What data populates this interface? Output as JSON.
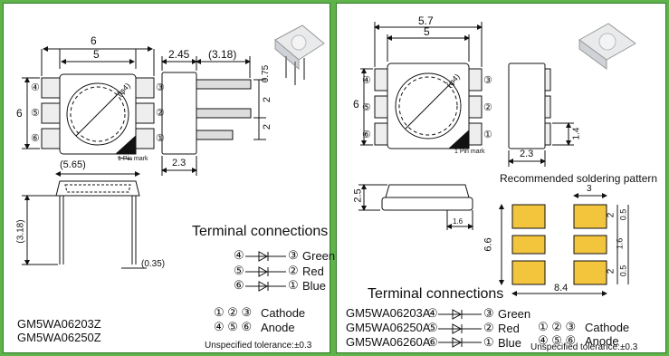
{
  "left": {
    "dims": {
      "w_outer": "6",
      "w_inner": "5",
      "h": "6",
      "d_top": "2.45",
      "d_top_paren": "(3.18)",
      "side_075": "0.75",
      "side_2": "2",
      "side_23": "2.3",
      "lead_pitch": "(5.65)",
      "lead_len": "(3.18)",
      "lead_t": "(0.35)",
      "phi": "(φ4)"
    },
    "pins_left": [
      "④",
      "⑤",
      "⑥"
    ],
    "pins_right": [
      "③",
      "②",
      "①"
    ],
    "pin_mark": "1 Pin mark",
    "terminal_title": "Terminal connections",
    "connections": [
      {
        "a": "④",
        "b": "③",
        "color": "Green"
      },
      {
        "a": "⑤",
        "b": "②",
        "color": "Red"
      },
      {
        "a": "⑥",
        "b": "①",
        "color": "Blue"
      }
    ],
    "legend": [
      {
        "pins": "① ② ③",
        "role": "Cathode"
      },
      {
        "pins": "④ ⑤ ⑥",
        "role": "Anode"
      }
    ],
    "models": [
      "GM5WA06203Z",
      "GM5WA06250Z"
    ],
    "tolerance": "Unspecified tolerance:±0.3"
  },
  "right": {
    "dims": {
      "w_outer": "5.7",
      "w_inner": "5",
      "h": "6",
      "side_14": "1.4",
      "side_23": "2.3",
      "height_25": "2.5",
      "foot_16": "1.6",
      "phi": "(φ4)"
    },
    "pins_left": [
      "④",
      "⑤",
      "⑥"
    ],
    "pins_right": [
      "③",
      "②",
      "①"
    ],
    "pin_mark": "1 Pin mark",
    "soldering_title": "Recommended soldering pattern",
    "pad_dims": {
      "w3": "3",
      "p2a": "2",
      "p05a": "0.5",
      "p16": "1.6",
      "p2b": "2",
      "p05b": "0.5",
      "h66": "6.6",
      "w84": "8.4"
    },
    "terminal_title": "Terminal connections",
    "models": [
      "GM5WA06203A",
      "GM5WA06250A",
      "GM5WA06260A"
    ],
    "connections": [
      {
        "a": "④",
        "b": "③",
        "color": "Green"
      },
      {
        "a": "⑤",
        "b": "②",
        "color": "Red"
      },
      {
        "a": "⑥",
        "b": "①",
        "color": "Blue"
      }
    ],
    "legend": [
      {
        "pins": "① ② ③",
        "role": "Cathode"
      },
      {
        "pins": "④ ⑤ ⑥",
        "role": "Anode"
      }
    ],
    "tolerance": "Unspecified tolerance:±0.3"
  },
  "colors": {
    "background": "#5fb34a",
    "pad": "#f2c53d",
    "border": "#2f7d27"
  }
}
